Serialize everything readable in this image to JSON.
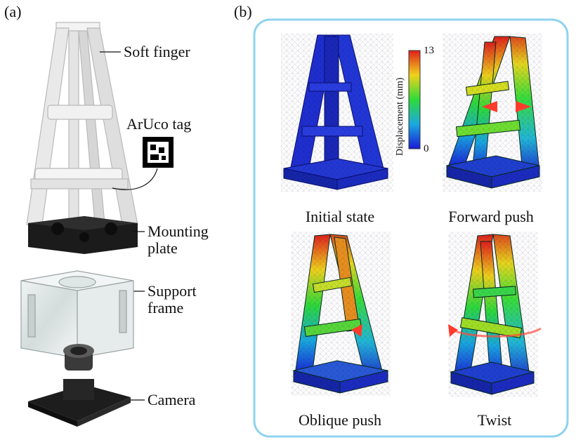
{
  "panel_a": {
    "tag": "(a)",
    "labels": {
      "soft_finger": "Soft finger",
      "aruco_tag": "ArUco tag",
      "mounting_plate": "Mounting\nplate",
      "support_frame": "Support\nframe",
      "camera": "Camera"
    }
  },
  "panel_b": {
    "tag": "(b)",
    "captions": {
      "initial": "Initial state",
      "forward": "Forward push",
      "oblique": "Oblique push",
      "twist": "Twist"
    },
    "colorbar": {
      "title": "Displacement (mm)",
      "max": "13",
      "min": "0"
    }
  },
  "colors": {
    "frame_border": "#8fd3ee",
    "finger_white": "#ececec",
    "plate_black": "#1b1b1b",
    "fem_blue": "#1f2fd0"
  }
}
